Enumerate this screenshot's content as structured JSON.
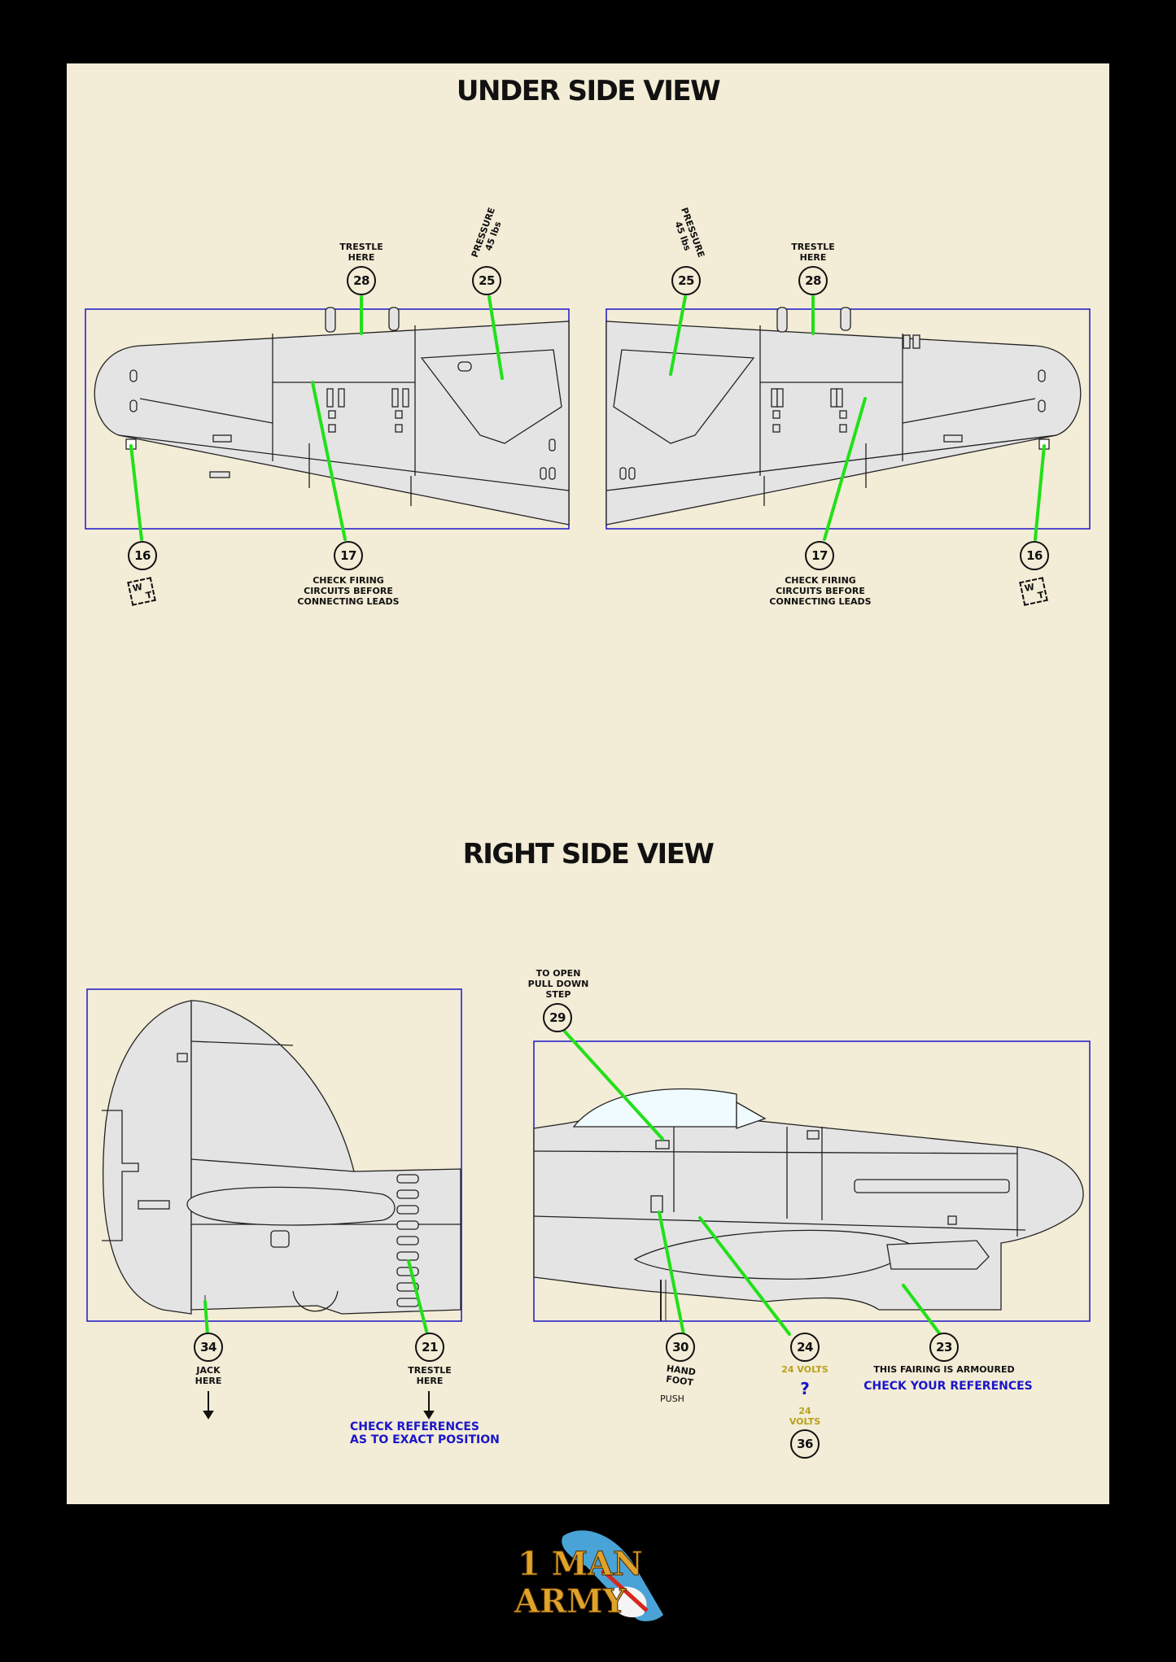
{
  "titles": {
    "under": "UNDER SIDE VIEW",
    "right": "RIGHT SIDE VIEW"
  },
  "under_left": {
    "c28": "28",
    "c28_label": "TRESTLE\nHERE",
    "c25": "25",
    "c25_label": "PRESSURE\n45 lbs",
    "c16": "16",
    "c17": "17",
    "c17_label": "CHECK FIRING\nCIRCUITS BEFORE\nCONNECTING LEADS"
  },
  "under_right": {
    "c25": "25",
    "c25_label": "PRESSURE\n45 lbs",
    "c28": "28",
    "c28_label": "TRESTLE\nHERE",
    "c17": "17",
    "c17_label": "CHECK FIRING\nCIRCUITS BEFORE\nCONNECTING LEADS",
    "c16": "16"
  },
  "wt_marker": {
    "w": "W",
    "t": "T"
  },
  "tail": {
    "c34": "34",
    "c34_label": "JACK\nHERE",
    "c21": "21",
    "c21_label": "TRESTLE\nHERE",
    "note": "CHECK REFERENCES\nAS TO EXACT POSITION"
  },
  "fuselage": {
    "c29": "29",
    "c29_label": "TO OPEN\nPULL DOWN\nSTEP",
    "c30": "30",
    "c30_label": "HAND\nFOOT",
    "c30_sub": "PUSH",
    "c24": "24",
    "c24_label": "24 VOLTS",
    "question": "?",
    "c36_label": "24\nVOLTS",
    "c36": "36",
    "c23": "23",
    "c23_label": "THIS FAIRING IS ARMOURED",
    "c23_note": "CHECK YOUR REFERENCES"
  },
  "logo": {
    "line1": "1 MAN",
    "line2": "ARMY"
  },
  "colors": {
    "sheet": "#f3ecd6",
    "frame_border": "#1a16c9",
    "leader": "#22e01a",
    "panel": "#e4e4e4",
    "note_blue": "#1a16c9",
    "volts_olive": "#b8a11e"
  }
}
